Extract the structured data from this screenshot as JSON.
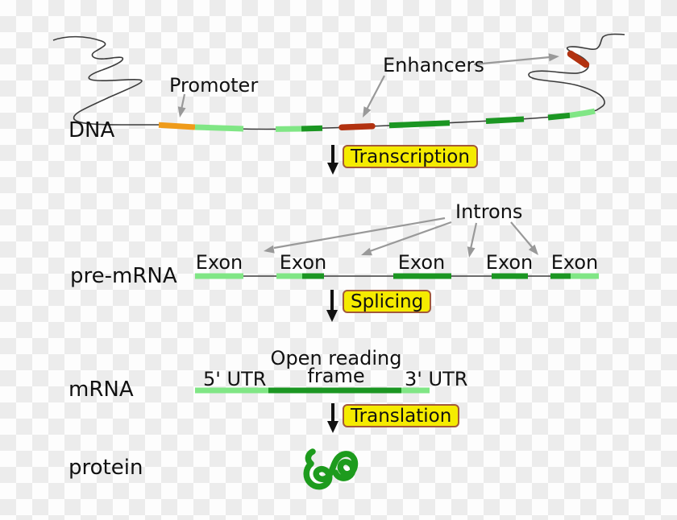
{
  "dna": {
    "label": "DNA",
    "promoter": "Promoter",
    "enhancers": "Enhancers"
  },
  "transcription": {
    "label": "Transcription"
  },
  "pre_mrna": {
    "label": "pre-mRNA",
    "introns": "Introns",
    "exons": [
      "Exon",
      "Exon",
      "Exon",
      "Exon",
      "Exon"
    ]
  },
  "splicing": {
    "label": "Splicing"
  },
  "mrna": {
    "label": "mRNA",
    "utr5": "5' UTR",
    "orf_line1": "Open reading",
    "orf_line2": "frame",
    "utr3": "3' UTR"
  },
  "translation": {
    "label": "Translation"
  },
  "protein": {
    "label": "protein"
  },
  "colors": {
    "promoter_orange": "#ef9b1a",
    "exon_light_green": "#80e685",
    "exon_dark_green": "#1b9622",
    "enhancer_red": "#b23210",
    "highlight_yellow": "#f5eb00",
    "highlight_border": "#a2593a",
    "arrow_gray": "#999999",
    "line_dark": "#3c3c3c",
    "black_arrow": "#111111",
    "protein_green": "#1d9b1d",
    "text_black": "#111111",
    "checker_light": "#fdfdfd",
    "checker_dark": "#ececec"
  }
}
